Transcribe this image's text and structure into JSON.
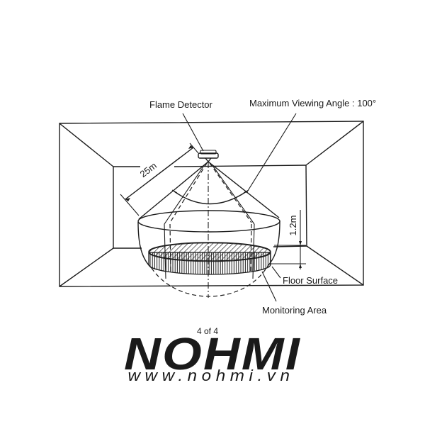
{
  "diagram": {
    "labels": {
      "flame_detector": "Flame Detector",
      "max_viewing_angle": "Maximum Viewing Angle : 100°",
      "distance": "25m",
      "height": "1.2m",
      "floor_surface": "Floor Surface",
      "monitoring_area": "Monitoring Area"
    },
    "page_indicator": "4 of 4"
  },
  "watermark": {
    "logo": "NOHMI",
    "url": "www.nohmi.vn",
    "color": "#bfe6cf"
  },
  "colors": {
    "line": "#1c1c1c",
    "background": "#ffffff"
  }
}
